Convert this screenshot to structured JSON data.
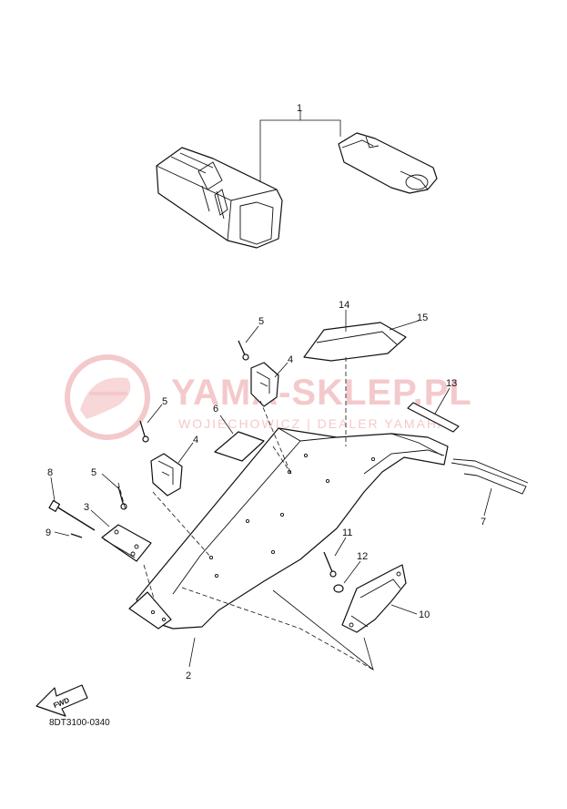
{
  "diagram_code": "8DT3100-0340",
  "fwd_label": "FWD",
  "watermark": {
    "title": "YAMA-SKLEP.PL",
    "subtitle": "WOJIECHOWICZ | DEALER YAMAHA",
    "color": "#f4c9cb"
  },
  "callouts": {
    "n1": "1",
    "n2": "2",
    "n3": "3",
    "n4a": "4",
    "n4b": "4",
    "n5a": "5",
    "n5b": "5",
    "n5c": "5",
    "n6": "6",
    "n7": "7",
    "n8": "8",
    "n9": "9",
    "n10": "10",
    "n11": "11",
    "n12": "12",
    "n13": "13",
    "n14": "14",
    "n15": "15"
  }
}
